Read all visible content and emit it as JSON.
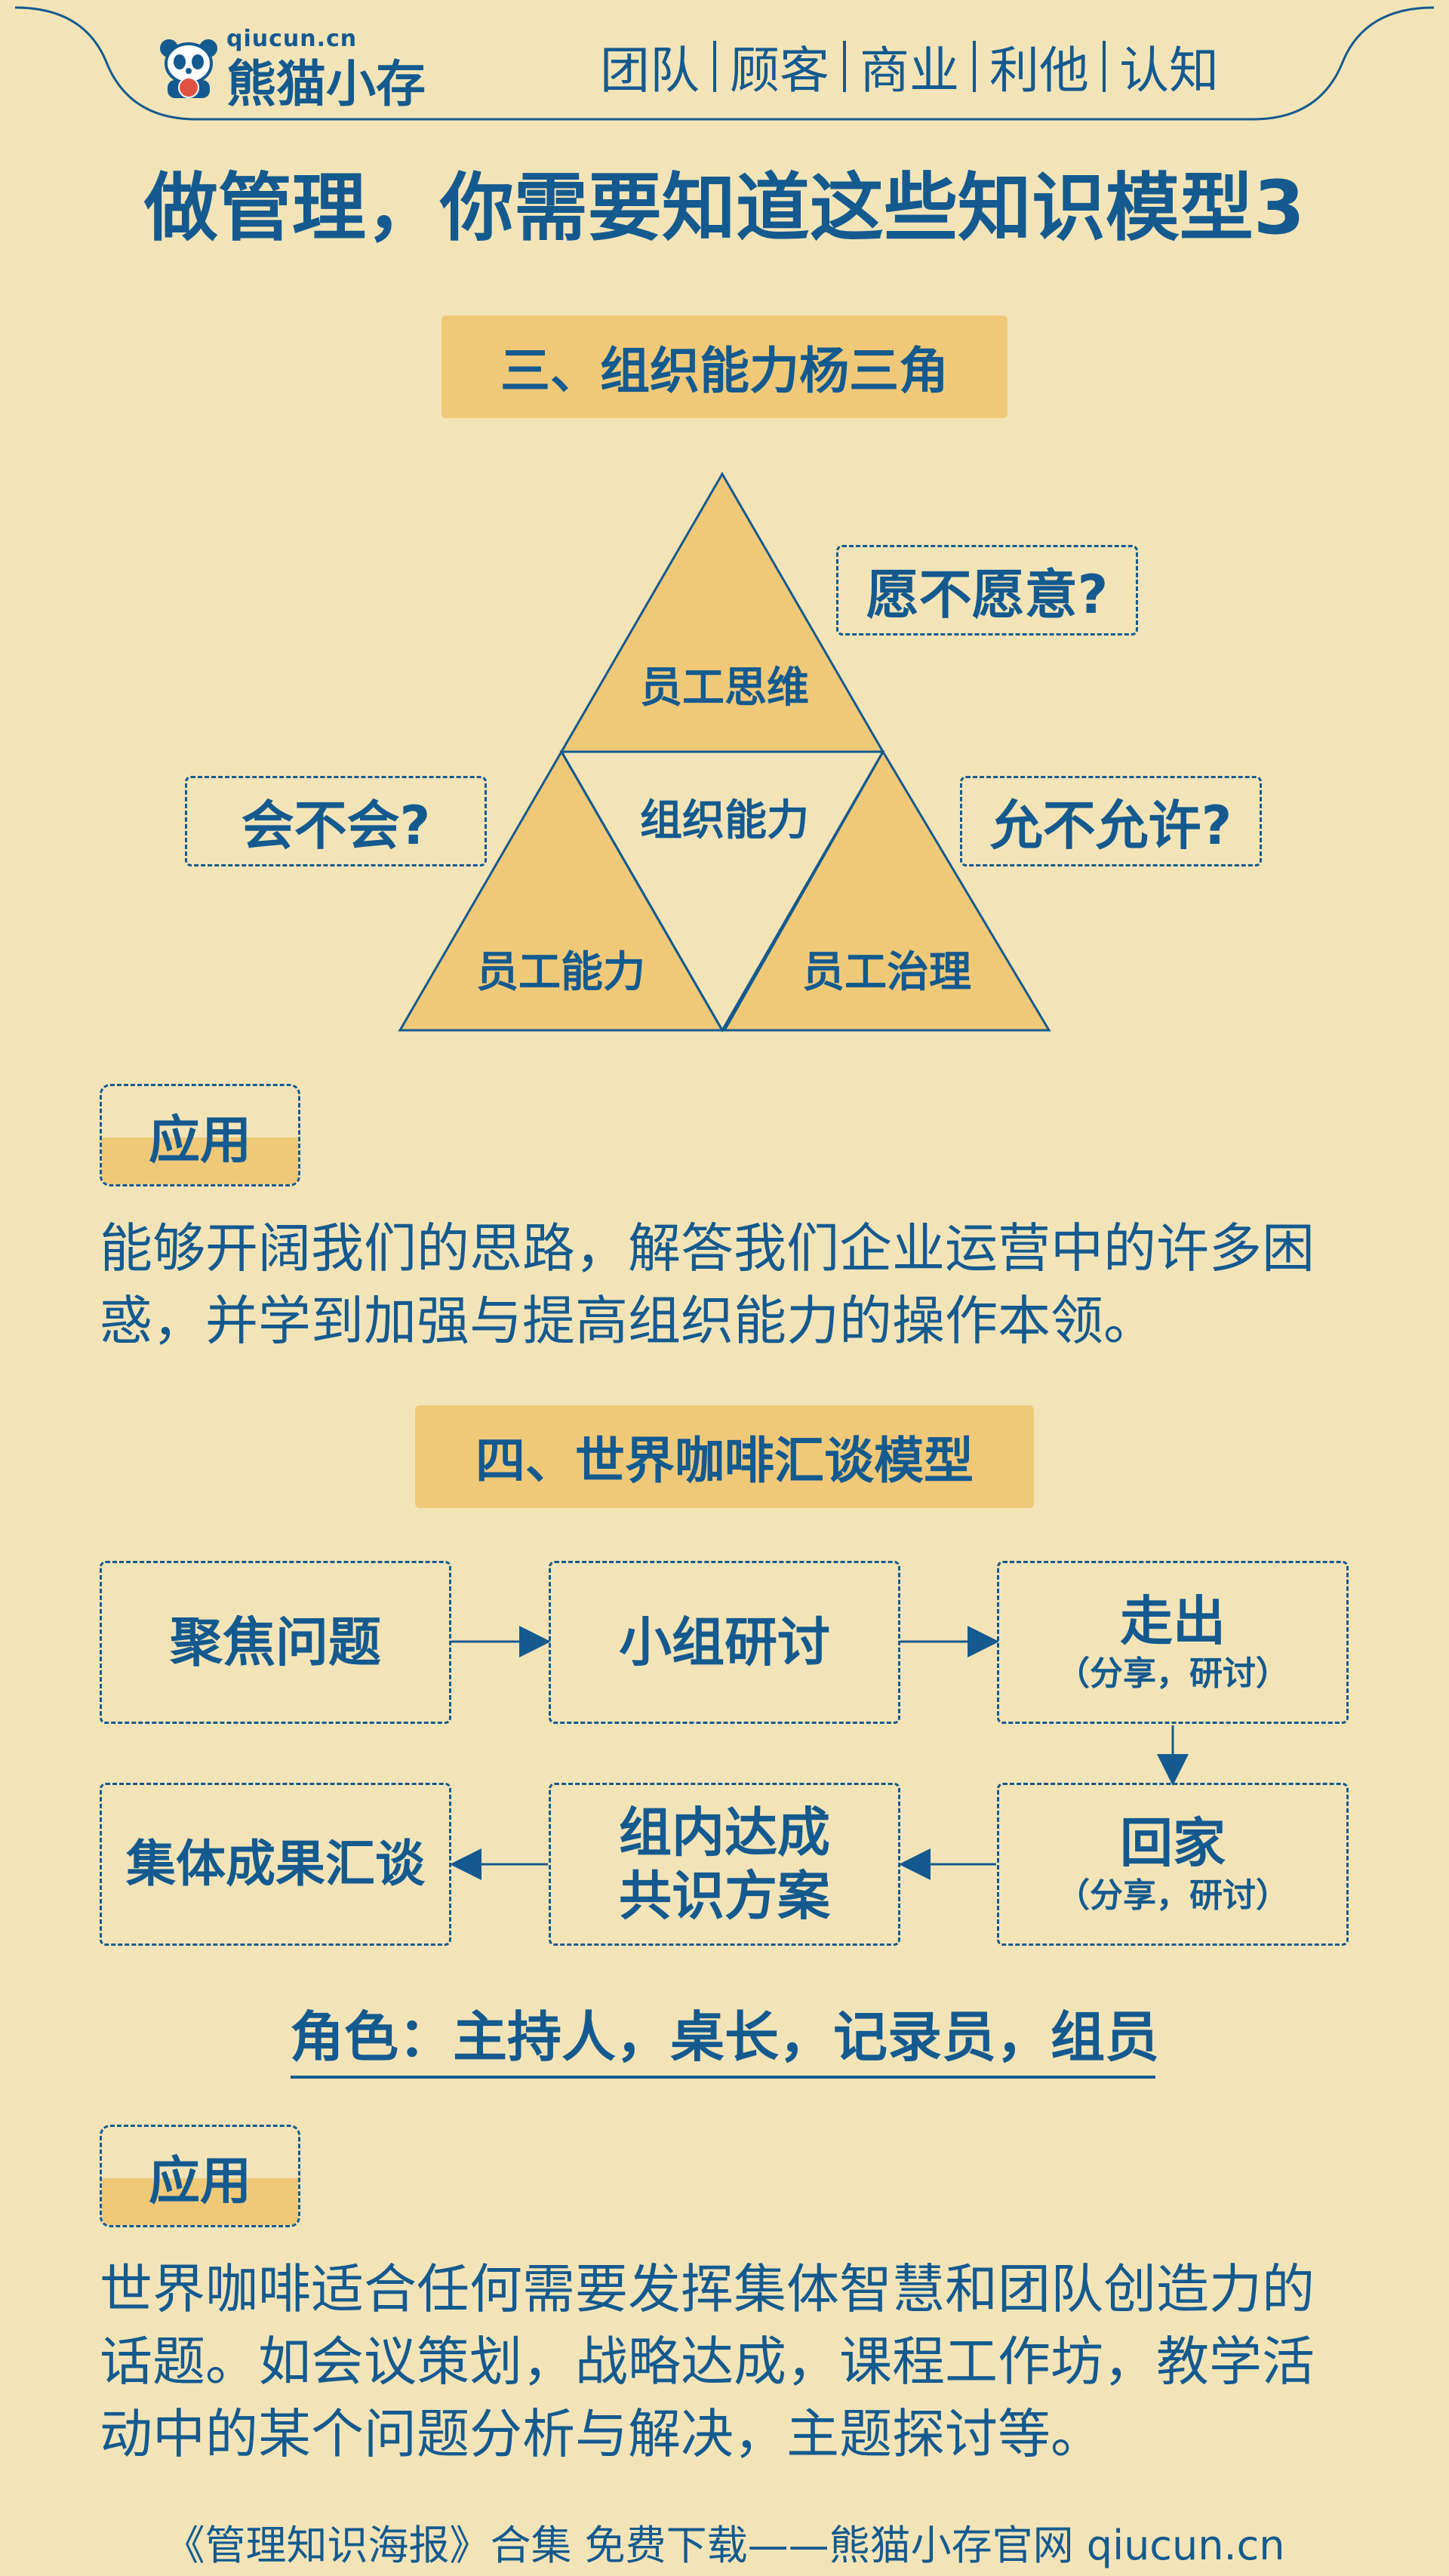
{
  "header": {
    "logo_sub": "qiucun.cn",
    "logo_main": "熊猫小存",
    "nav": [
      "团队",
      "顾客",
      "商业",
      "利他",
      "认知"
    ]
  },
  "title": "做管理，你需要知道这些知识模型3",
  "section3": {
    "heading": "三、组织能力杨三角",
    "triangle": {
      "top": "员工思维",
      "left": "员工能力",
      "right": "员工治理",
      "center": "组织能力"
    },
    "questions": {
      "top_right": "愿不愿意?",
      "left": "会不会?",
      "right": "允不允许?"
    },
    "apply_label": "应用",
    "apply_lines": [
      "能够开阔我们的思路，解答我们企业运营中的许多困",
      "惑，并学到加强与提高组织能力的操作本领。"
    ]
  },
  "section4": {
    "heading": "四、世界咖啡汇谈模型",
    "steps": {
      "focus": "聚焦问题",
      "discuss": "小组研讨",
      "out_title": "走出",
      "out_sub": "（分享，研讨）",
      "home_title": "回家",
      "home_sub": "（分享，研讨）",
      "consensus_line1": "组内达成",
      "consensus_line2": "共识方案",
      "collective": "集体成果汇谈"
    },
    "roles": "角色：主持人，桌长，记录员，组员",
    "apply_label": "应用",
    "apply_lines": [
      "世界咖啡适合任何需要发挥集体智慧和团队创造力的",
      "话题。如会议策划，战略达成，课程工作坊，教学活",
      "动中的某个问题分析与解决，主题探讨等。"
    ]
  },
  "footer": "《管理知识海报》合集 免费下载——熊猫小存官网 qiucun.cn",
  "colors": {
    "background": "#f3e4b8",
    "primary_blue": "#145a8f",
    "accent_gold": "#f0c978"
  }
}
